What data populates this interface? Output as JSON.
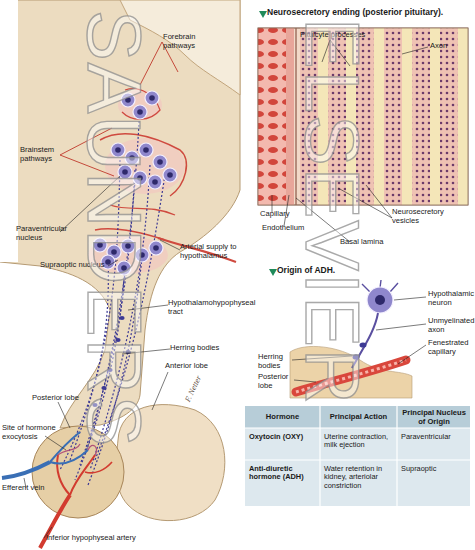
{
  "diagram": {
    "nodes": [
      {
        "text": [
          "Neurosecretory ending (posterior pituitary)."
        ]
      },
      {
        "text": [
          "Origin of ADH."
        ]
      }
    ],
    "labels": [
      "Forebrain pathways",
      "Brainstem pathways",
      "Paraventricular nucleus",
      "Supraoptic nucleus",
      "Arterial supply to hypothalamus",
      "Hypothalamohypophyseal tract",
      "Herring bodies",
      "Anterior lobe",
      "Posterior lobe",
      "Site of hormone exocytosis",
      "Efferent vein",
      "Inferior hypophyseal artery",
      "F. Netter",
      "Pituicyte processes",
      "Axon",
      "Capillary",
      "Endothelium",
      "Neurosecretory vesicles",
      "Basal lamina",
      "Hypothalamic neuron",
      "Unmyelinated axon",
      "Fenestrated capillary",
      "Herring bodies",
      "Posterior lobe",
      "Hormone",
      "Principal Action",
      "Principal Nucleus of Origin",
      "Oxytocin (OXY)",
      "Uterine contraction, milk ejection",
      "Paraventricular",
      "Anti-diuretic hormone (ADH)",
      "Water retention in kidney, arteriolar constriction",
      "Supraoptic",
      "SAUNDERS",
      "ELSEVIER"
    ]
  }
}
